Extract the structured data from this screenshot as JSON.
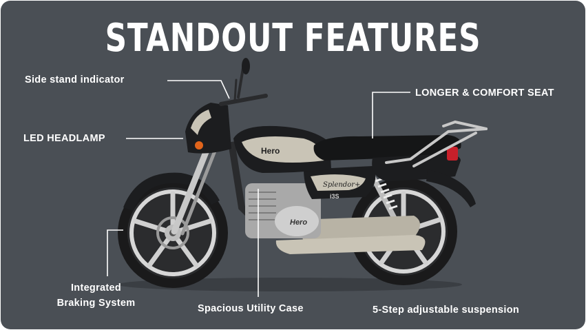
{
  "title": "STANDOUT FEATURES",
  "features": {
    "side_stand": "Side stand indicator",
    "headlamp": "LED HEADLAMP",
    "seat": "LONGER & COMFORT SEAT",
    "braking_line1": "Integrated",
    "braking_line2": "Braking System",
    "utility_case": "Spacious Utility Case",
    "suspension": "5-Step adjustable suspension"
  },
  "bike_branding": {
    "tank_logo": "Hero",
    "engine_logo": "Hero",
    "model_script": "Splendor+",
    "badge": "i3S"
  },
  "colors": {
    "background": "#4a4f55",
    "text": "#ffffff",
    "bike_body": "#1c1d1f",
    "bike_accent": "#c9c4b6"
  }
}
